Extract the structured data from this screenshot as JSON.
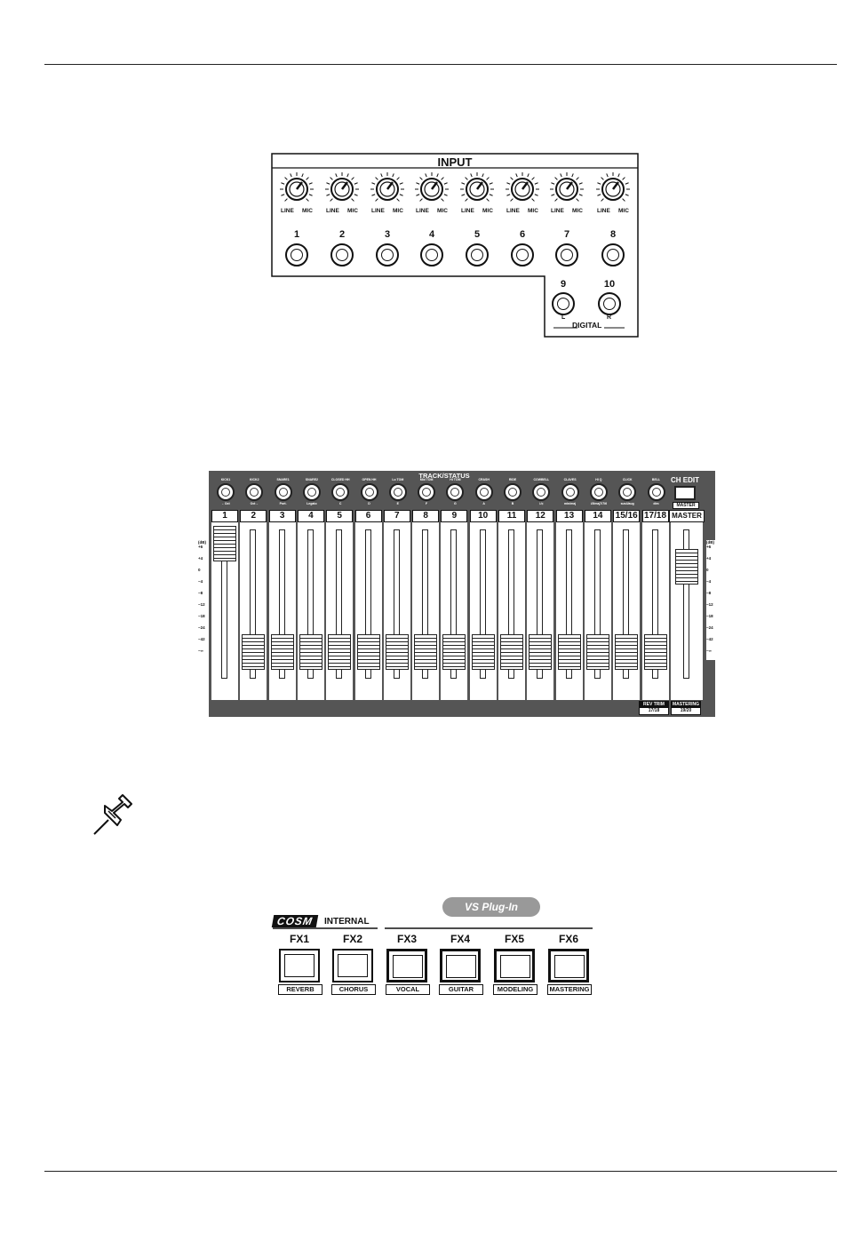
{
  "input_panel": {
    "title": "INPUT",
    "knob_line_label": "LINE",
    "knob_mic_label": "MIC",
    "jacks": [
      "1",
      "2",
      "3",
      "4",
      "5",
      "6",
      "7",
      "8"
    ],
    "digital_jacks": [
      "9",
      "10"
    ],
    "left_label": "L",
    "right_label": "R",
    "digital_label": "DIGITAL"
  },
  "mixer": {
    "track_status_label": "TRACK/STATUS",
    "ch_edit_label": "CH EDIT",
    "master_tag": "MASTER",
    "track_buttons": [
      {
        "top": "KICK1",
        "bottom": "←Oct"
      },
      {
        "top": "KICK2",
        "bottom": "Oct→"
      },
      {
        "top": "SNARE1",
        "bottom": "Port."
      },
      {
        "top": "SNARE2",
        "bottom": "Legato"
      },
      {
        "top": "CLOSED HH",
        "bottom": "C"
      },
      {
        "top": "OPEN HH",
        "bottom": "D"
      },
      {
        "top": "Lo TOM",
        "bottom": "E"
      },
      {
        "top": "Mid TOM",
        "bottom": "F"
      },
      {
        "top": "Hi TOM",
        "bottom": "G"
      },
      {
        "top": "CRASH",
        "bottom": "A"
      },
      {
        "top": "RIDE",
        "bottom": "B"
      },
      {
        "top": "COWBELL",
        "bottom": "♭/♯"
      },
      {
        "top": "CLAVES",
        "bottom": "min/maj"
      },
      {
        "top": "HI Q",
        "bottom": "♭5/maj7/7/6"
      },
      {
        "top": "CLICK",
        "bottom": "sus4/aug"
      },
      {
        "top": "BELL",
        "bottom": "dim"
      }
    ],
    "channels": [
      "1",
      "2",
      "3",
      "4",
      "5",
      "6",
      "7",
      "8",
      "9",
      "10",
      "11",
      "12",
      "13",
      "14",
      "15/16",
      "17/18"
    ],
    "master_label": "MASTER",
    "scale_unit": "(dB)",
    "scale": [
      "+6",
      "+4",
      "0",
      "−4",
      "−8",
      "−12",
      "−18",
      "−24",
      "−42",
      "−∞"
    ],
    "rev_tag_top": "REV TRIM",
    "rev_tag_bottom": "17/18",
    "mastering_tag_top": "MASTERING",
    "mastering_tag_bottom": "19/20"
  },
  "fx_panel": {
    "cosm_label": "COSM",
    "internal_label": "INTERNAL",
    "vs_label": "VS Plug-In",
    "buttons": [
      {
        "label": "FX1",
        "sub": "REVERB"
      },
      {
        "label": "FX2",
        "sub": "CHORUS"
      },
      {
        "label": "FX3",
        "sub": "VOCAL"
      },
      {
        "label": "FX4",
        "sub": "GUITAR"
      },
      {
        "label": "FX5",
        "sub": "MODELING"
      },
      {
        "label": "FX6",
        "sub": "MASTERING"
      }
    ]
  },
  "note_icon": "pushpin-icon"
}
